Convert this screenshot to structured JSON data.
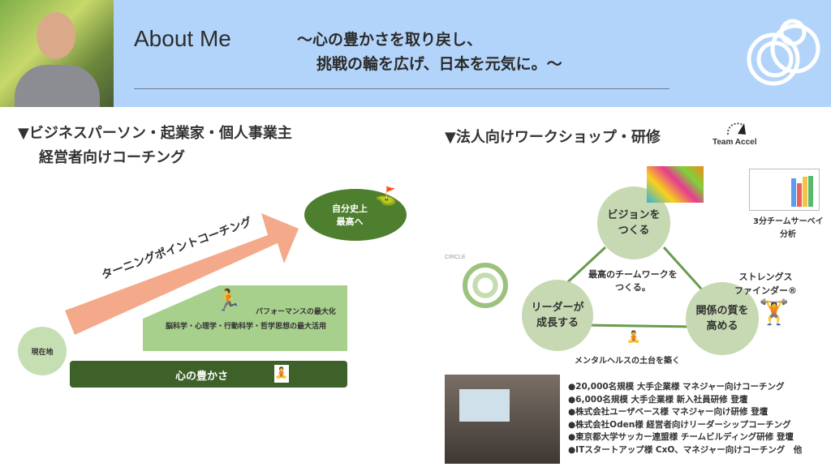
{
  "header": {
    "title": "About Me",
    "tagline_line1": "〜心の豊かさを取り戻し、",
    "tagline_line2": "挑戦の輪を広げ、日本を元気に。〜"
  },
  "left": {
    "heading_line1": "▼ビジネスパーソン・起業家・個人事業主",
    "heading_line2": "経営者向けコーチング",
    "arrow_label": "ターニングポイントコーチング",
    "goal": "自分史上\n最高へ",
    "goal_line1": "自分史上",
    "goal_line2": "最高へ",
    "start": "現在地",
    "performance": "パフォーマンスの最大化",
    "methods": "脳科学・心理学・行動科学・哲学思想の最大活用",
    "foundation": "心の豊かさ"
  },
  "right": {
    "heading": "▼法人向けワークショップ・研修",
    "brand": "Team Accel",
    "center_line1": "最高のチームワークを",
    "center_line2": "つくる。",
    "node_top_1": "ビジョンを",
    "node_top_2": "つくる",
    "node_left_1": "リーダーが",
    "node_left_2": "成長する",
    "node_right_1": "関係の質を",
    "node_right_2": "高める",
    "survey_1": "3分チームサーベイ",
    "survey_2": "分析",
    "strengths_1": "ストレングス",
    "strengths_2": "ファインダー®",
    "mental": "メンタルヘルスの土台を築く",
    "circle_label": "CIRCLE",
    "achievements": [
      "●20,000名規模 大手企業様 マネジャー向けコーチング",
      "●6,000名規模 大手企業様 新入社員研修 登壇",
      "●株式会社ユーザベース様 マネジャー向け研修 登壇",
      "●株式会社Oden様 経営者向けリーダーシップコーチング",
      "●東京都大学サッカー連盟様 チームビルディング研修 登壇",
      "●ITスタートアップ様 CxO、マネジャー向けコーチング　他"
    ]
  },
  "colors": {
    "band": "#b3d4fa",
    "arrow": "#f4a98a",
    "dark_green": "#3d6128",
    "light_green": "#a8d08d"
  }
}
